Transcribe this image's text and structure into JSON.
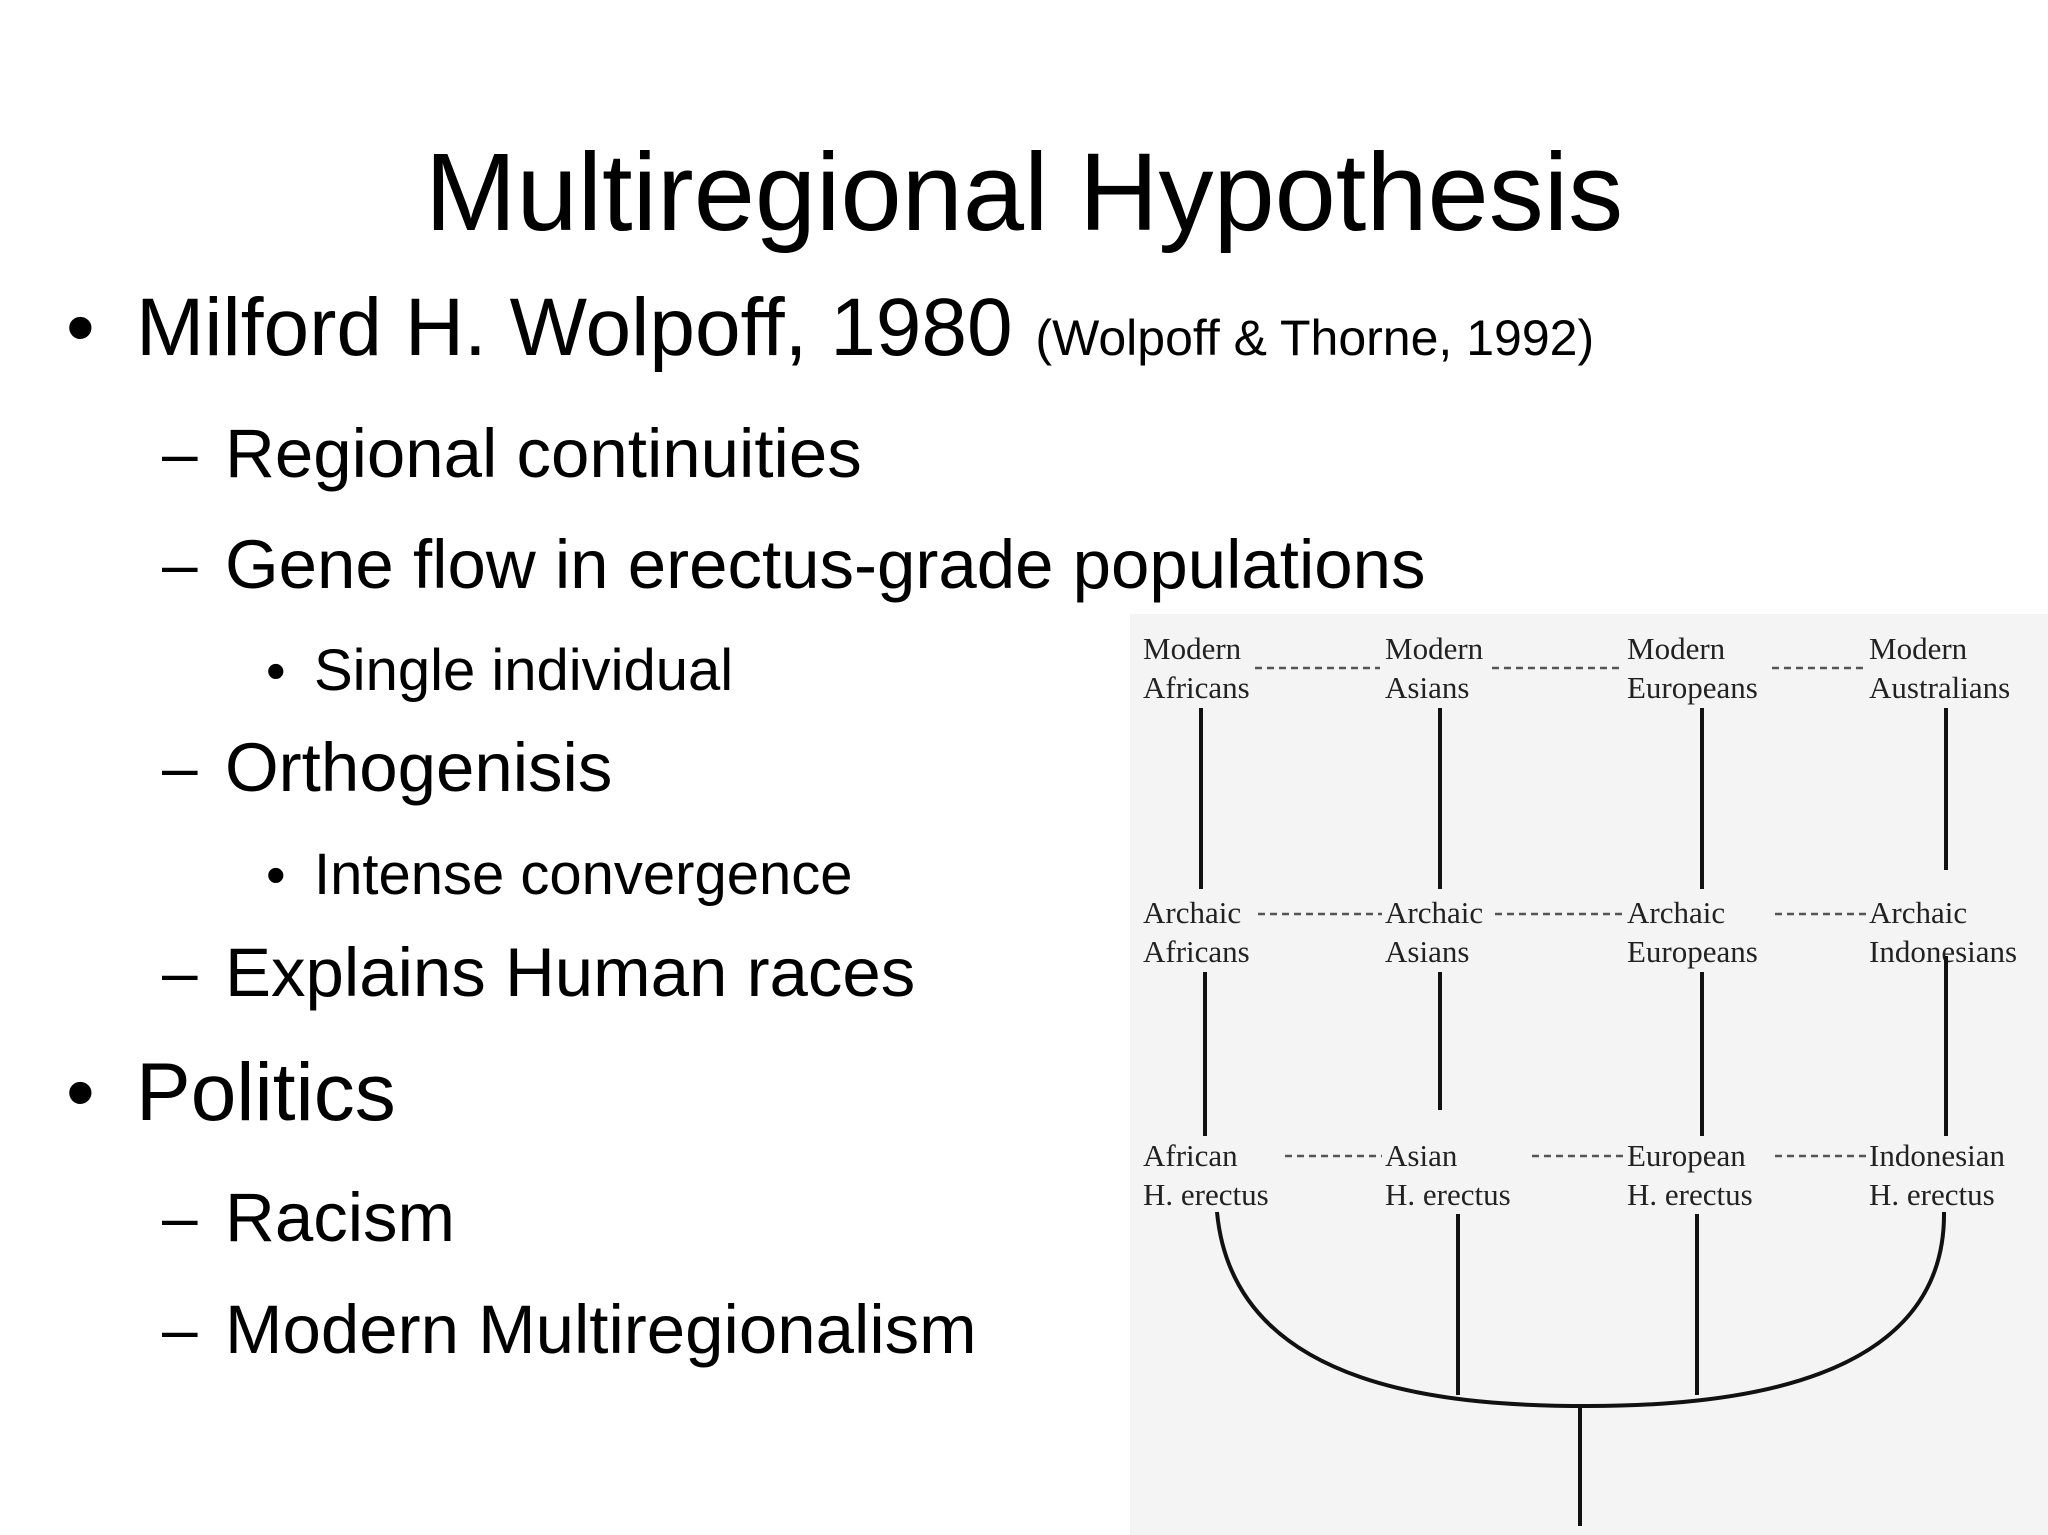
{
  "slide": {
    "title": "Multiregional Hypothesis",
    "bullets": [
      {
        "text": "Milford H. Wolpoff, 1980",
        "citation": "(Wolpoff & Thorne, 1992)"
      },
      {
        "text": "Politics"
      }
    ],
    "sub_points": [
      "Regional continuities",
      "Gene flow in erectus-grade populations",
      "Orthogenisis",
      "Explains Human races",
      "Racism",
      "Modern Multiregionalism"
    ],
    "sub_sub_points": [
      "Single individual",
      "Intense convergence"
    ],
    "bullet_glyph": "•",
    "dash_glyph": "–"
  },
  "diagram": {
    "modern": [
      [
        "Modern",
        "Africans"
      ],
      [
        "Modern",
        "Asians"
      ],
      [
        "Modern",
        "Europeans"
      ],
      [
        "Modern",
        "Australians"
      ]
    ],
    "archaic": [
      [
        "Archaic",
        "Africans"
      ],
      [
        "Archaic",
        "Asians"
      ],
      [
        "Archaic",
        "Europeans"
      ],
      [
        "Archaic",
        "Indonesians"
      ]
    ],
    "erectus": [
      [
        "African",
        "H. erectus"
      ],
      [
        "Asian",
        "H. erectus"
      ],
      [
        "European",
        "H. erectus"
      ],
      [
        "Indonesian",
        "H. erectus"
      ]
    ]
  }
}
